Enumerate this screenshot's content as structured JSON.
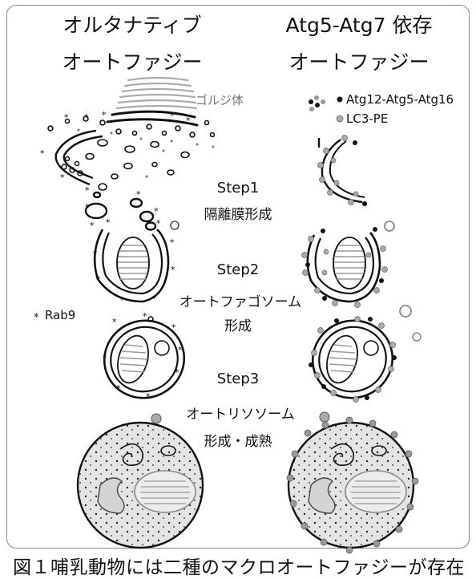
{
  "header": {
    "left_line1": "オルタナティブ",
    "left_line2": "オートファジー",
    "right_line1": "Atg5-Atg7 依存",
    "right_line2": "オートファジー"
  },
  "labels": {
    "golgi": "ゴルジ体",
    "step1": "Step1",
    "phagophore": "隔離膜形成",
    "step2": "Step2",
    "autophagosome_1": "オートファゴソーム",
    "autophagosome_2": "形成",
    "step3": "Step3",
    "autolysosome_1": "オートリソソーム",
    "autolysosome_2": "形成・成熟"
  },
  "legend": {
    "atg_complex": "Atg12-Atg5-Atg16",
    "lc3": "LC3-PE",
    "rab9": "Rab9"
  },
  "caption": "図１哺乳動物には二種のマクロオートファジーが存在",
  "colors": {
    "frame_border": "#888888",
    "membrane": "#111111",
    "lc3_marker": "#aaaaaa",
    "atg_marker": "#111111",
    "lysosome_fill": "#e4e4e4",
    "golgi_stack": "#aaaaaa"
  }
}
